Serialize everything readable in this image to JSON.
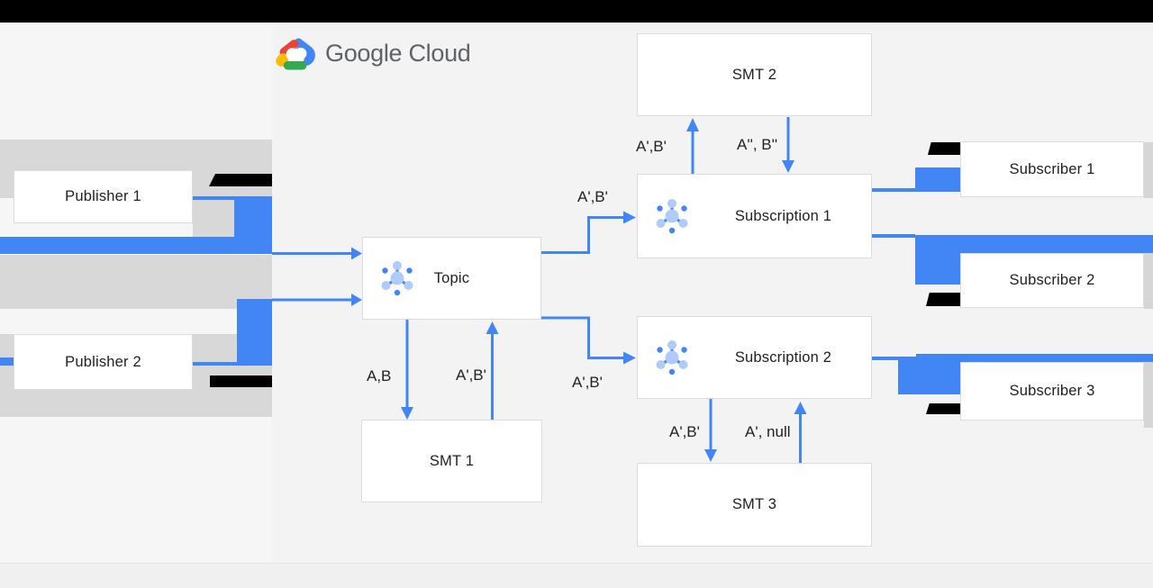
{
  "logo": {
    "text": "Google Cloud"
  },
  "nodes": {
    "publisher1": {
      "label": "Publisher 1"
    },
    "publisher2": {
      "label": "Publisher 2"
    },
    "topic": {
      "label": "Topic"
    },
    "smt1": {
      "label": "SMT 1"
    },
    "smt2": {
      "label": "SMT 2"
    },
    "smt3": {
      "label": "SMT 3"
    },
    "subscription1": {
      "label": "Subscription 1"
    },
    "subscription2": {
      "label": "Subscription 2"
    },
    "subscriber1": {
      "label": "Subscriber 1"
    },
    "subscriber2": {
      "label": "Subscriber 2"
    },
    "subscriber3": {
      "label": "Subscriber 3"
    }
  },
  "edge_labels": {
    "topic_to_smt1": "A,B",
    "smt1_to_topic": "A',B'",
    "topic_to_subscription1": "A',B'",
    "topic_to_subscription2": "A',B'",
    "subscription1_to_smt2": "A',B'",
    "smt2_to_subscription1": "A'', B''",
    "subscription2_to_smt3": "A',B'",
    "smt3_to_subscription2": "A', null"
  },
  "colors": {
    "arrow_blue": "#4285f4",
    "icon_light_blue": "#aecbfa",
    "band_gray": "#d8d8d8",
    "redaction_black": "#000000",
    "background_left": "#f6f6f6",
    "background_main": "#f3f3f4",
    "box_border": "#dadce0",
    "text": "#202124",
    "logo_text_gray": "#5f6368",
    "logo_red": "#ea4335",
    "logo_yellow": "#fbbc05",
    "logo_green": "#34a853",
    "logo_blue": "#4285f4"
  }
}
